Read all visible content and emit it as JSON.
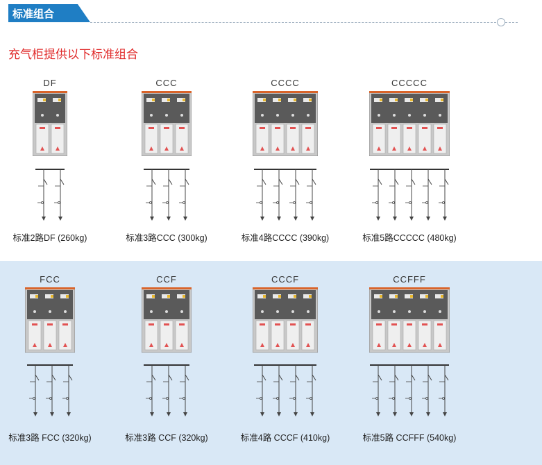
{
  "header": {
    "title": "标准组合"
  },
  "subtitle": "充气柜提供以下标准组合",
  "colors": {
    "accent": "#1f7ec4",
    "subtitle": "#e02a2a",
    "band": "#d9e8f6"
  },
  "row1": [
    {
      "name": "DF",
      "label": "标准2路DF (260kg)",
      "units": 2
    },
    {
      "name": "CCC",
      "label": "标准3路CCC (300kg)",
      "units": 3
    },
    {
      "name": "CCCC",
      "label": "标准4路CCCC (390kg)",
      "units": 4
    },
    {
      "name": "CCCCC",
      "label": "标准5路CCCCC (480kg)",
      "units": 5
    }
  ],
  "row2": [
    {
      "name": "FCC",
      "label": "标准3路 FCC (320kg)",
      "units": 3
    },
    {
      "name": "CCF",
      "label": "标准3路 CCF (320kg)",
      "units": 3
    },
    {
      "name": "CCCF",
      "label": "标准4路 CCCF (410kg)",
      "units": 4
    },
    {
      "name": "CCFFF",
      "label": "标准5路 CCFFF (540kg)",
      "units": 5
    }
  ]
}
